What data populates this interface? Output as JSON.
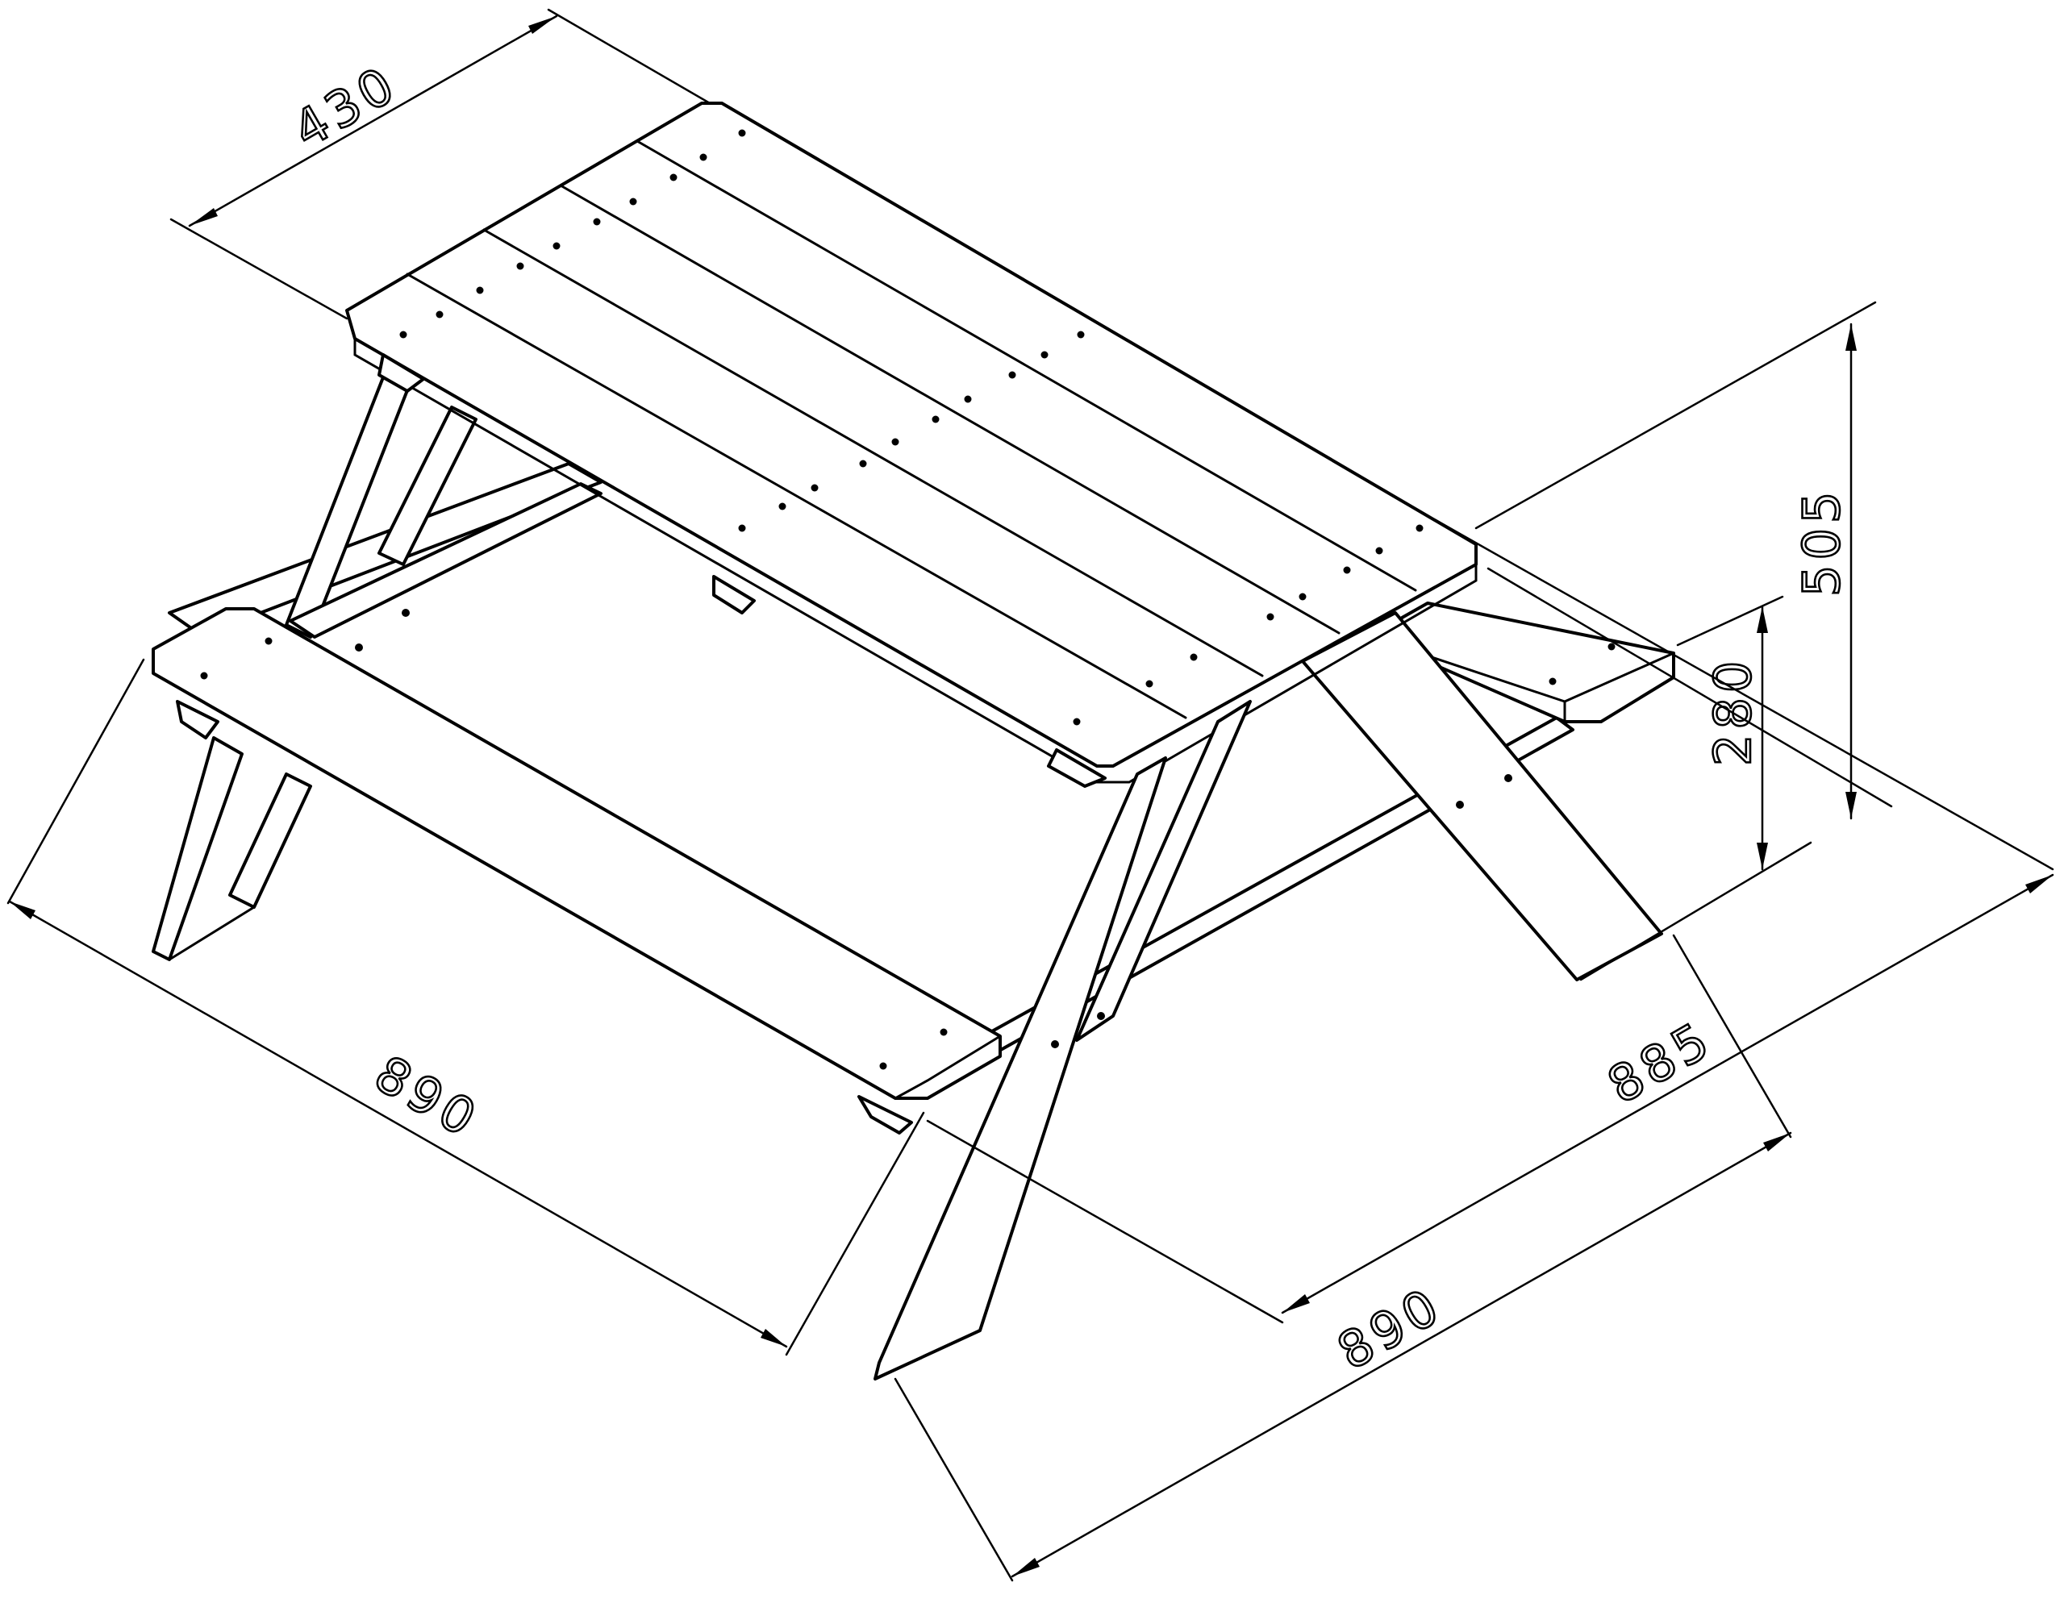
{
  "dimensions": {
    "top_width": "430",
    "total_height": "505",
    "seat_height": "280",
    "depth": "885",
    "length_bench": "890",
    "length_table": "890"
  },
  "colors": {
    "line": "#000000",
    "background": "#ffffff"
  }
}
